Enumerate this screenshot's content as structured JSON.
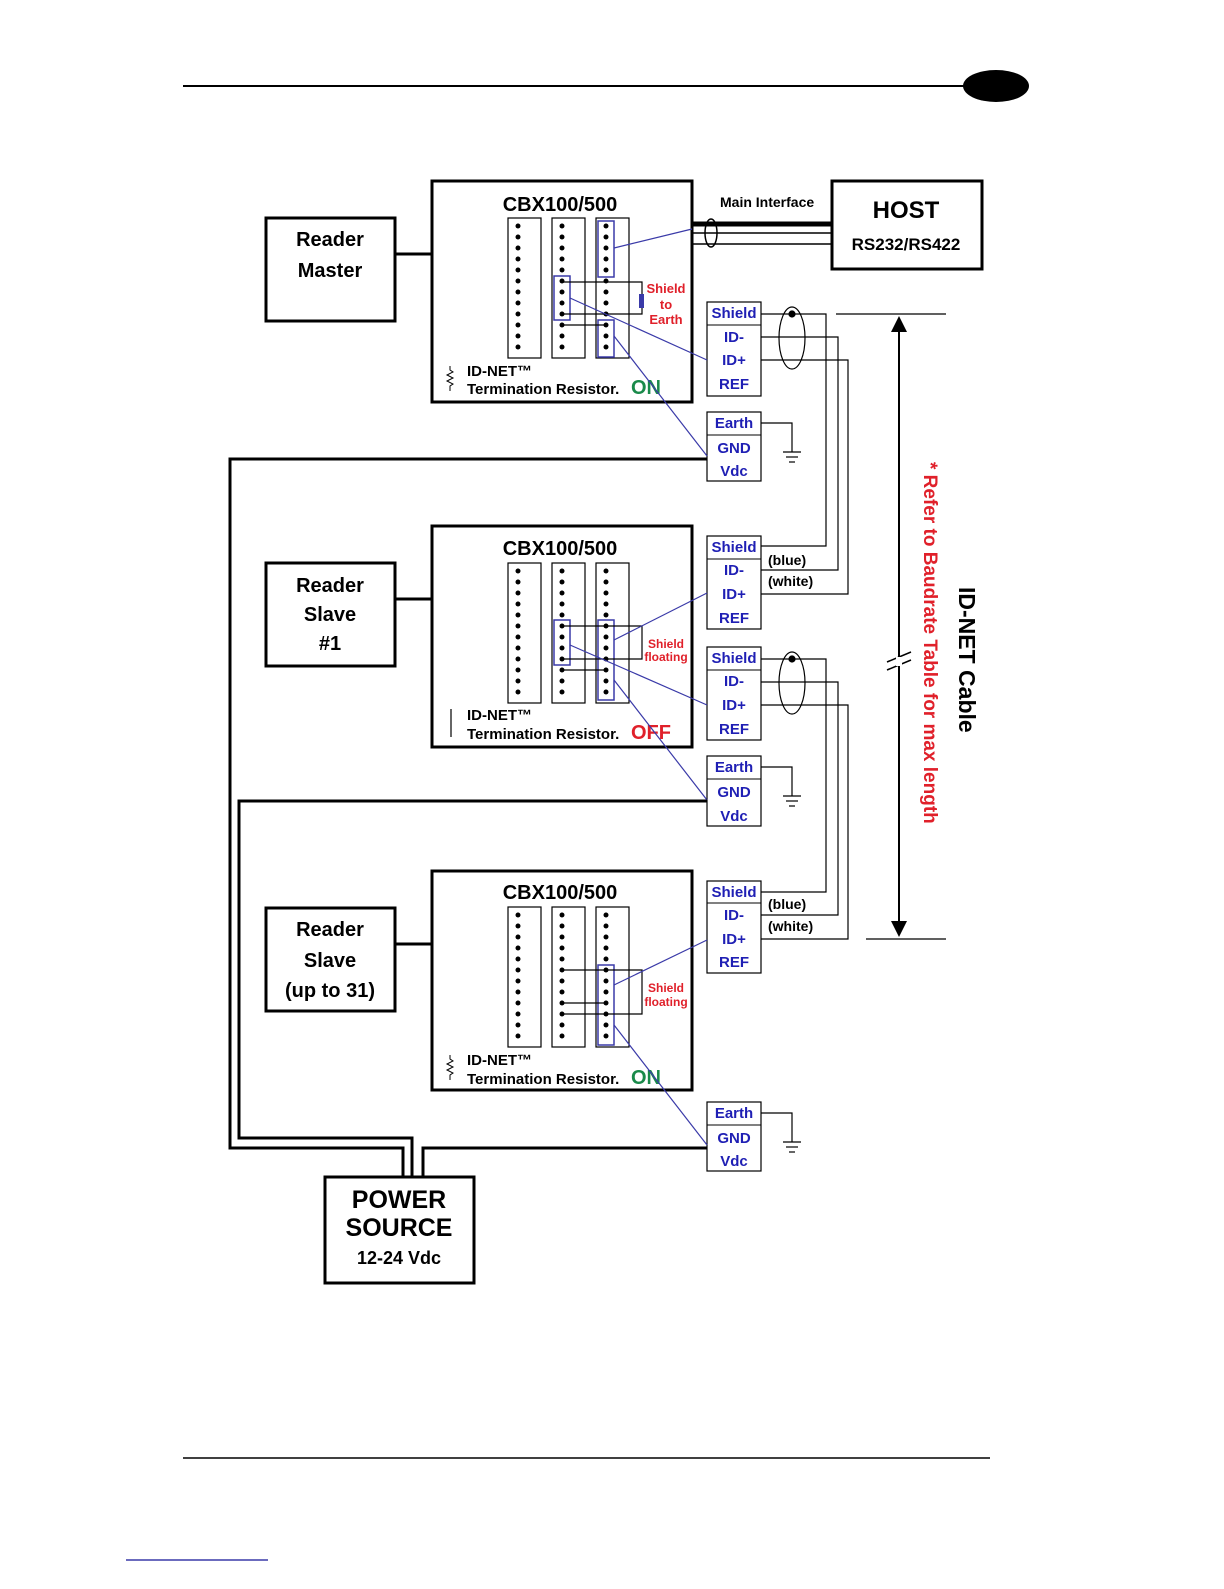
{
  "labels": {
    "cbx": "CBX100/500",
    "main_interface": "Main Interface",
    "host_title": "HOST",
    "host_sub": "RS232/RS422",
    "reader_master_l1": "Reader",
    "reader_master_l2": "Master",
    "reader_slave1_l1": "Reader",
    "reader_slave1_l2": "Slave",
    "reader_slave1_l3": "#1",
    "reader_slave31_l1": "Reader",
    "reader_slave31_l2": "Slave",
    "reader_slave31_l3": "(up to 31)",
    "shield_to_l1": "Shield",
    "shield_to_l2": "to",
    "shield_to_l3": "Earth",
    "shield_floating_l1": "Shield",
    "shield_floating_l2": "floating",
    "idnet_tm": "ID-NET™",
    "termination": "Termination Resistor.",
    "on": "ON",
    "off": "OFF",
    "term_shield": "Shield",
    "term_idminus": "ID-",
    "term_idplus": "ID+",
    "term_ref": "REF",
    "term_earth": "Earth",
    "term_gnd": "GND",
    "term_vdc": "Vdc",
    "wire_blue": "(blue)",
    "wire_white": "(white)",
    "idnet_cable": "ID-NET Cable",
    "baudrate_note": "* Refer to Baudrate Table for max length",
    "power_l1": "POWER",
    "power_l2": "SOURCE",
    "power_l3": "12-24 Vdc"
  },
  "colors": {
    "blue_text": "#1f1fb4",
    "red_text": "#e0202a",
    "green_text": "#1a8a4a",
    "wire_blue": "#3a3aa8",
    "black": "#000000"
  }
}
